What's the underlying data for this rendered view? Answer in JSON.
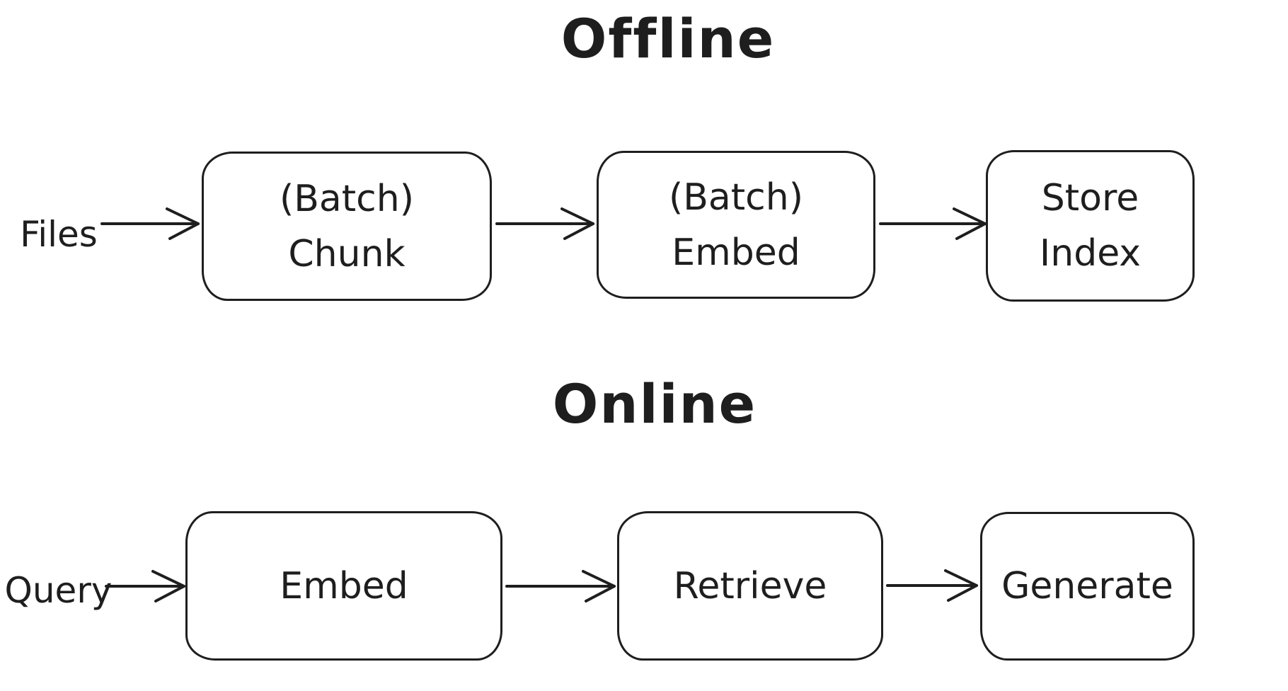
{
  "colors": {
    "ink": "#1e1e1e",
    "background": "#ffffff"
  },
  "sections": [
    {
      "title": "Offline",
      "input_label": "Files",
      "nodes": [
        {
          "lines": [
            "(Batch)",
            "Chunk"
          ]
        },
        {
          "lines": [
            "(Batch)",
            "Embed"
          ]
        },
        {
          "lines": [
            "Store",
            "Index"
          ]
        }
      ]
    },
    {
      "title": "Online",
      "input_label": "Query",
      "nodes": [
        {
          "lines": [
            "Embed"
          ]
        },
        {
          "lines": [
            "Retrieve"
          ]
        },
        {
          "lines": [
            "Generate"
          ]
        }
      ]
    }
  ]
}
